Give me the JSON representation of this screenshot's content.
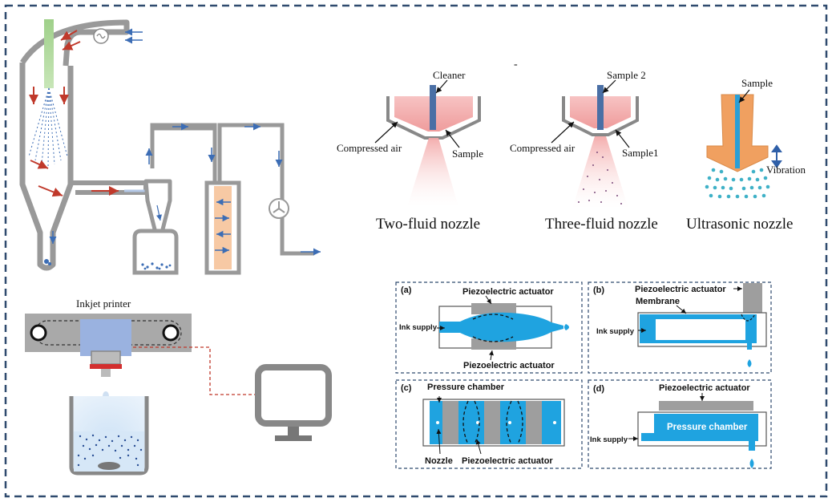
{
  "nozzles": {
    "two_fluid": {
      "caption": "Two-fluid nozzle",
      "top_label": "Cleaner",
      "left_label": "Compressed air",
      "right_label": "Sample"
    },
    "three_fluid": {
      "caption": "Three-fluid nozzle",
      "top_label": "Sample 2",
      "left_label": "Compressed air",
      "right_label": "Sample1"
    },
    "ultrasonic": {
      "caption": "Ultrasonic nozzle",
      "top_label": "Sample",
      "side_label": "Vibration"
    },
    "stray_mark": "-"
  },
  "inkjet": {
    "title": "Inkjet printer"
  },
  "panels": {
    "a": {
      "tag": "(a)",
      "actuator_top": "Piezoelectric actuator",
      "actuator_bottom": "Piezoelectric actuator",
      "supply": "Ink supply"
    },
    "b": {
      "tag": "(b)",
      "actuator": "Piezoelectric actuator",
      "membrane": "Membrane",
      "supply": "Ink supply"
    },
    "c": {
      "tag": "(c)",
      "chamber": "Pressure chamber",
      "nozzle": "Nozzle",
      "actuator": "Piezoelectric actuator"
    },
    "d": {
      "tag": "(d)",
      "actuator": "Piezoelectric actuator",
      "chamber": "Pressure chamber",
      "supply": "Ink supply"
    }
  },
  "colors": {
    "frame": "#2f4a6e",
    "arrow_red": "#c0392b",
    "arrow_blue": "#3c6db5",
    "nozzle_pink": "#f4b9b9",
    "ink_blue": "#1fa3e0",
    "ultrasonic_orange": "#f0a060",
    "column_peach": "#f7c9a4",
    "feed_green": "#a8d58c"
  }
}
